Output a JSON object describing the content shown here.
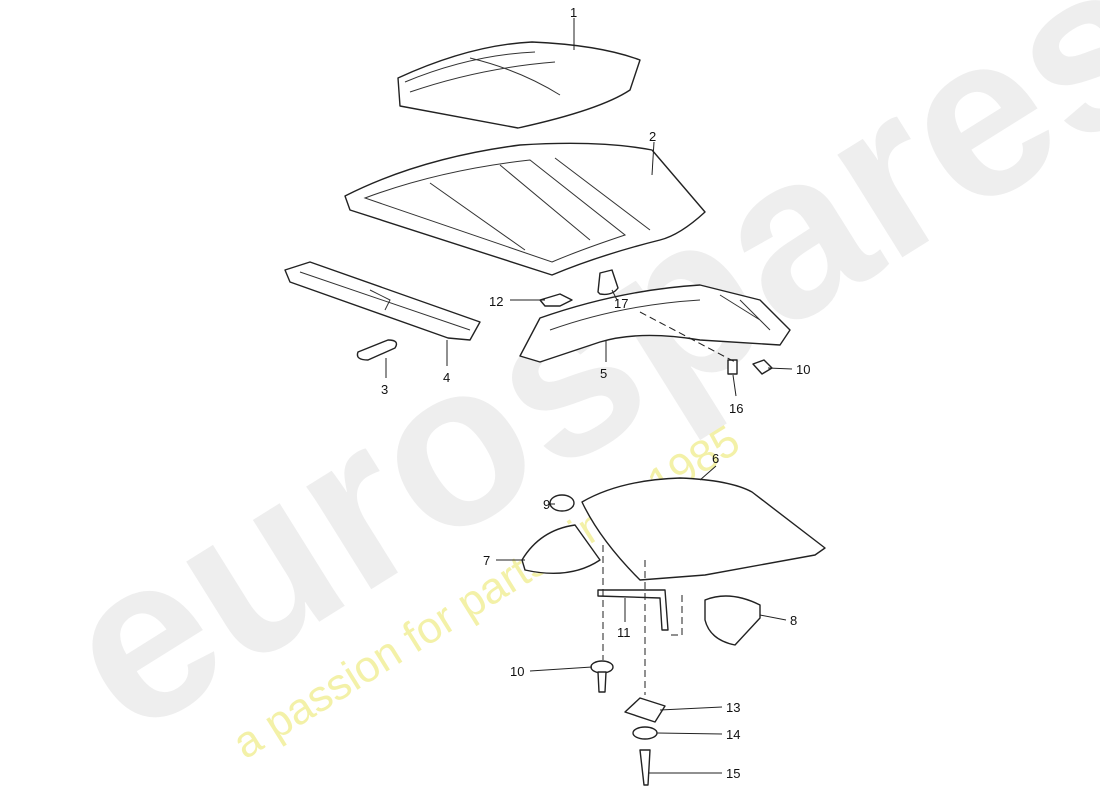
{
  "watermark": {
    "brand": "eurospares",
    "tagline": "a passion for parts since 1985"
  },
  "callouts": [
    {
      "id": "c1",
      "label": "1"
    },
    {
      "id": "c2",
      "label": "2"
    },
    {
      "id": "c17",
      "label": "17"
    },
    {
      "id": "c12",
      "label": "12"
    },
    {
      "id": "c3",
      "label": "3"
    },
    {
      "id": "c4",
      "label": "4"
    },
    {
      "id": "c5",
      "label": "5"
    },
    {
      "id": "c10a",
      "label": "10"
    },
    {
      "id": "c16",
      "label": "16"
    },
    {
      "id": "c6",
      "label": "6"
    },
    {
      "id": "c9",
      "label": "9"
    },
    {
      "id": "c7",
      "label": "7"
    },
    {
      "id": "c11",
      "label": "11"
    },
    {
      "id": "c8",
      "label": "8"
    },
    {
      "id": "c10b",
      "label": "10"
    },
    {
      "id": "c13",
      "label": "13"
    },
    {
      "id": "c14",
      "label": "14"
    },
    {
      "id": "c15",
      "label": "15"
    }
  ]
}
